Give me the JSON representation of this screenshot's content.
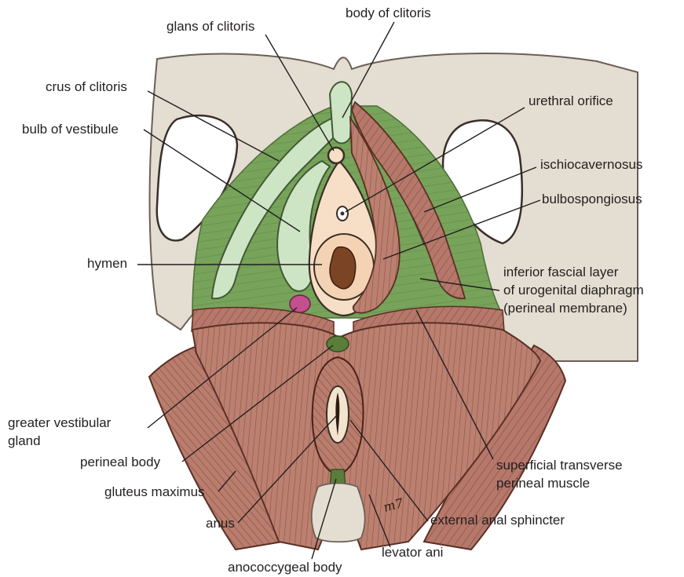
{
  "labels": {
    "glans_of_clitoris": "glans of clitoris",
    "body_of_clitoris": "body of clitoris",
    "crus_of_clitoris": "crus of clitoris",
    "bulb_of_vestibule": "bulb of vestibule",
    "urethral_orifice": "urethral orifice",
    "ischiocavernosus": "ischiocavernosus",
    "bulbospongiosus": "bulbospongiosus",
    "hymen": "hymen",
    "inferior_fascial_line1": "inferior fascial layer",
    "inferior_fascial_line2": "of urogenital diaphragm",
    "inferior_fascial_line3": "(perineal membrane)",
    "greater_vestibular_line1": "greater vestibular",
    "greater_vestibular_line2": "gland",
    "perineal_body": "perineal body",
    "gluteus_maximus": "gluteus maximus",
    "superficial_transverse_line1": "superficial transverse",
    "superficial_transverse_line2": "perineal muscle",
    "anus": "anus",
    "external_anal_sphincter": "external anal sphincter",
    "levator_ani": "levator ani",
    "anococcygeal_body": "anococcygeal body"
  },
  "signature": "m7",
  "colors": {
    "bone": "#e4ddd1",
    "muscle": "#b5786a",
    "membrane": "#7fa860",
    "erectile": "#cde5c4",
    "vestibule": "#f6dfc6",
    "gland": "#c2508e",
    "leader": "#231f20"
  }
}
